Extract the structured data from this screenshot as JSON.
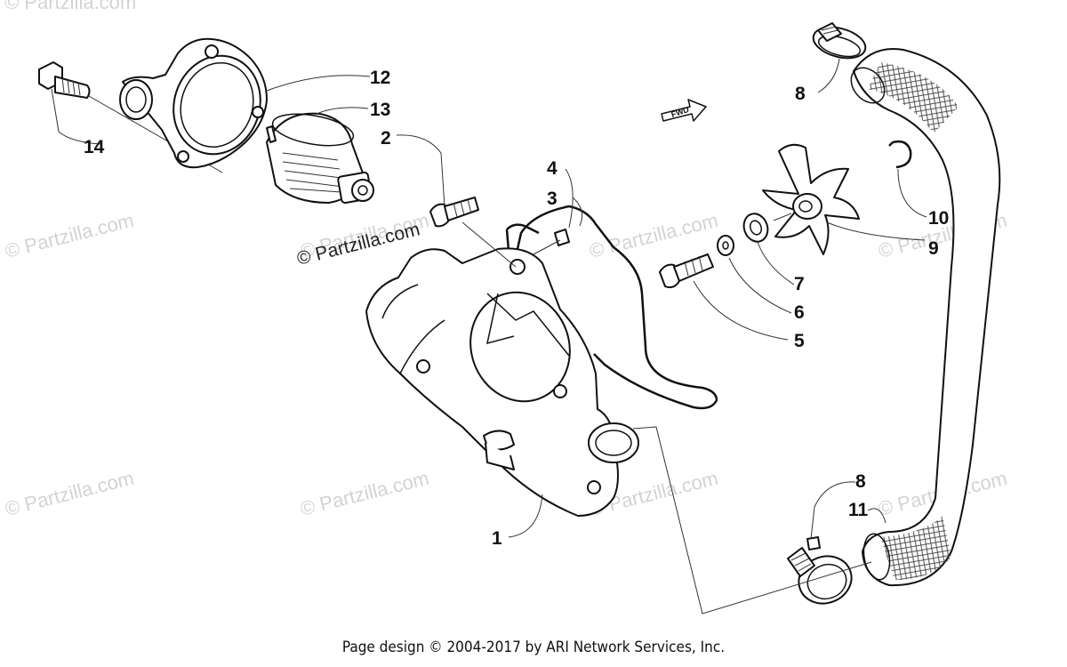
{
  "watermarks": {
    "main": "© Partzilla.com",
    "faint": "© Partzilla.com"
  },
  "fwd_label": "FWD",
  "callouts": {
    "c1": "1",
    "c2": "2",
    "c3": "3",
    "c4": "4",
    "c5": "5",
    "c6": "6",
    "c7": "7",
    "c8a": "8",
    "c8b": "8",
    "c9": "9",
    "c10": "10",
    "c11": "11",
    "c12": "12",
    "c13": "13",
    "c14": "14"
  },
  "footer": "Page design © 2004-2017 by ARI Network Services, Inc."
}
